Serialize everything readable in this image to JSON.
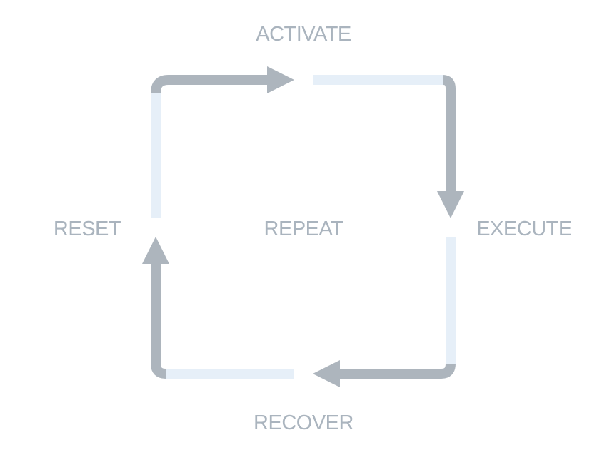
{
  "diagram": {
    "center_label": "REPEAT",
    "stages": {
      "top": "ACTIVATE",
      "right": "EXECUTE",
      "bottom": "RECOVER",
      "left": "RESET"
    },
    "colors": {
      "arrow_dark": "#adb5bd",
      "arrow_light": "#e6eff8",
      "label_text": "#aab4be",
      "background": "#ffffff"
    }
  }
}
